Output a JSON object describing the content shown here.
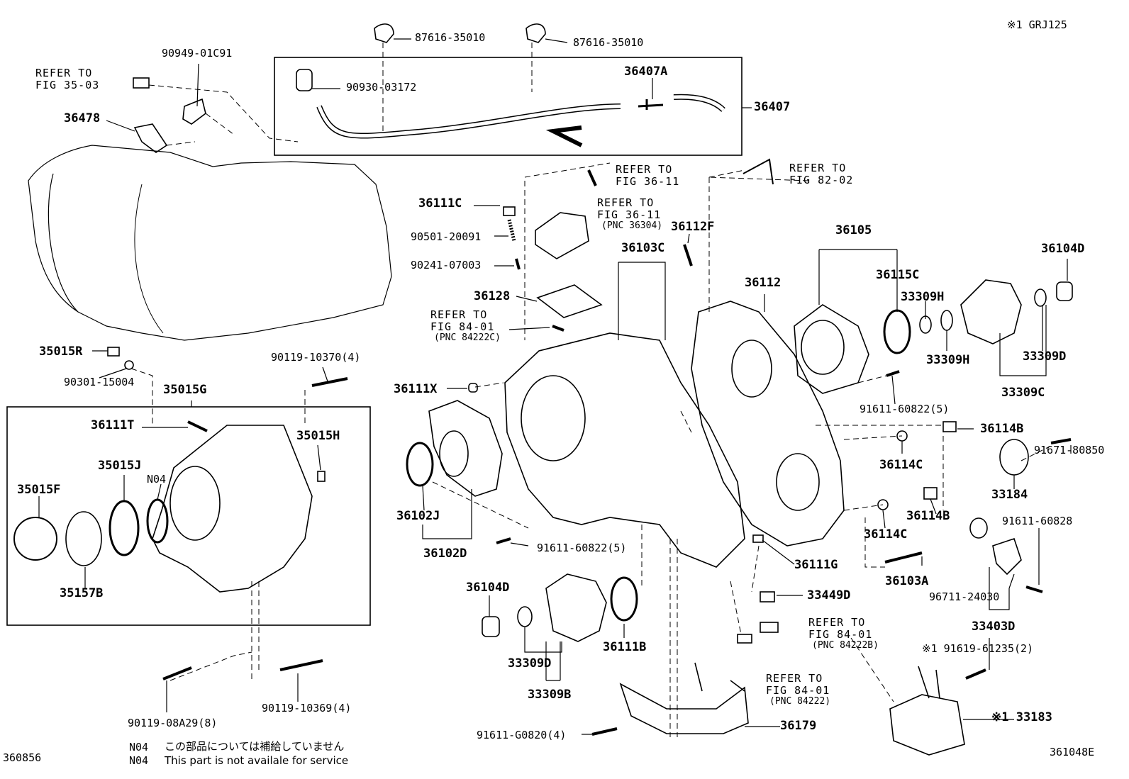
{
  "header": {
    "variant": "※1  GRJ125"
  },
  "refs": {
    "fig3503": [
      "REFER TO",
      "FIG 35-03"
    ],
    "fig3611a": [
      "REFER TO",
      "FIG 36-11"
    ],
    "fig3611b": [
      "REFER TO",
      "FIG 36-11",
      "(PNC 36304)"
    ],
    "fig8202": [
      "REFER TO",
      "FIG 82-02"
    ],
    "fig8401a": [
      "REFER TO",
      "FIG 84-01",
      "(PNC 84222C)"
    ],
    "fig8401b": [
      "REFER TO",
      "FIG 84-01",
      "(PNC 84222B)"
    ],
    "fig8401c": [
      "REFER TO",
      "FIG 84-01",
      "(PNC 84222)"
    ]
  },
  "parts": {
    "p87616_a": "87616-35010",
    "p87616_b": "87616-35010",
    "p9094901c91": "90949-01C91",
    "p36478": "36478",
    "p9093003172": "90930-03172",
    "p36407a": "36407A",
    "p36407": "36407",
    "p36111c": "36111C",
    "p9050120091": "90501-20091",
    "p9024107003": "90241-07003",
    "p36128": "36128",
    "p36112f": "36112F",
    "p36103c": "36103C",
    "p36112": "36112",
    "p36105": "36105",
    "p36115c": "36115C",
    "p33309h_a": "33309H",
    "p33309h_b": "33309H",
    "p36104d_a": "36104D",
    "p33309d_a": "33309D",
    "p33309c": "33309C",
    "p35015r": "35015R",
    "p9030115004": "90301-15004",
    "p35015g": "35015G",
    "p9011910370": "90119-10370(4)",
    "p36111x": "36111X",
    "p9161160822_a": "91611-60822(5)",
    "p36114b_a": "36114B",
    "p36111t": "36111T",
    "p35015h": "35015H",
    "p36114c_a": "36114C",
    "p9167180850": "91671-80850",
    "p35015j": "35015J",
    "n04_label": "N04",
    "p35015f": "35015F",
    "p33184": "33184",
    "p36102j": "36102J",
    "p36114b_b": "36114B",
    "p36114c_b": "36114C",
    "p9161160828": "91611-60828",
    "p36102d": "36102D",
    "p9161160822_b": "91611-60822(5)",
    "p36111g": "36111G",
    "p36103a": "36103A",
    "p35157b": "35157B",
    "p36104d_b": "36104D",
    "p33449d": "33449D",
    "p9671124030": "96711-24030",
    "p33403d": "33403D",
    "p36111b": "36111B",
    "p33309d_b": "33309D",
    "p33309b": "33309B",
    "p9161961235": "※1 91619-61235(2)",
    "p9011908a29": "90119-08A29(8)",
    "p9011910369": "90119-10369(4)",
    "p33183": "※1 33183",
    "p36179": "36179",
    "p91611g0820": "91611-G0820(4)"
  },
  "footer": {
    "left_code": "360856",
    "right_code": "361048E",
    "note_jp_code": "N04",
    "note_jp": "この部品については補給していません",
    "note_en_code": "N04",
    "note_en": "This part is not availale for service"
  }
}
